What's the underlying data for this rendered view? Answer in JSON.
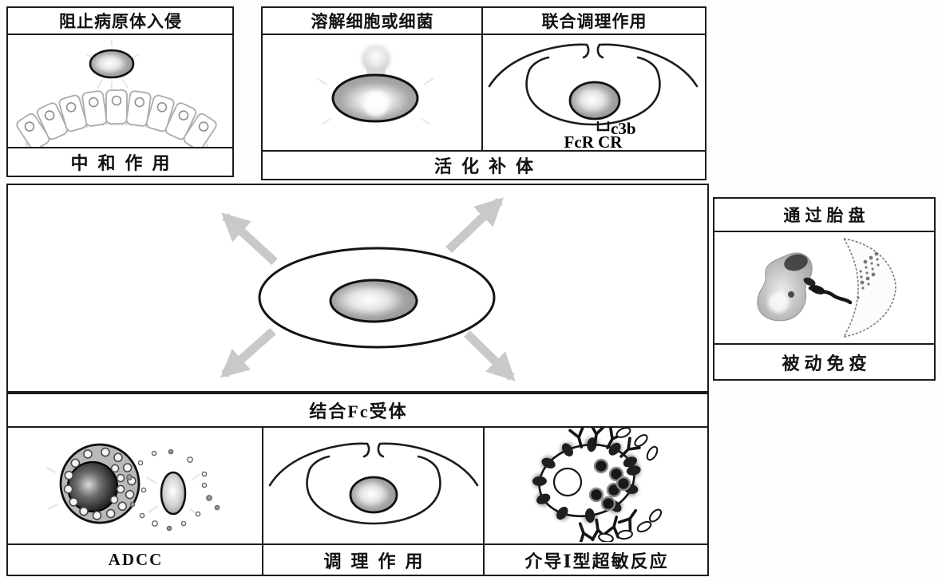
{
  "figure_title": "antibody-functions-diagram",
  "colors": {
    "line": "#1c1c1c",
    "arrow": "#c9c9c9",
    "pathogen_gray": "#9b9b9b"
  },
  "neutralization": {
    "header": "阻止病原体入侵",
    "footer": "中和作用"
  },
  "complement": {
    "lysis_header": "溶解细胞或细菌",
    "combined_opsonization_header": "联合调理作用",
    "c3b_label": "c3b",
    "receptor_label": "FcR CR",
    "footer": "活化补体"
  },
  "placenta": {
    "header": "通过胎盘",
    "footer": "被动免疫"
  },
  "fc_receptor": {
    "band": "结合Fc受体",
    "adcc_label": "ADCC",
    "opsonization_label": "调理作用",
    "hypersensitivity_label": "介导Ⅰ型超敏反应"
  }
}
